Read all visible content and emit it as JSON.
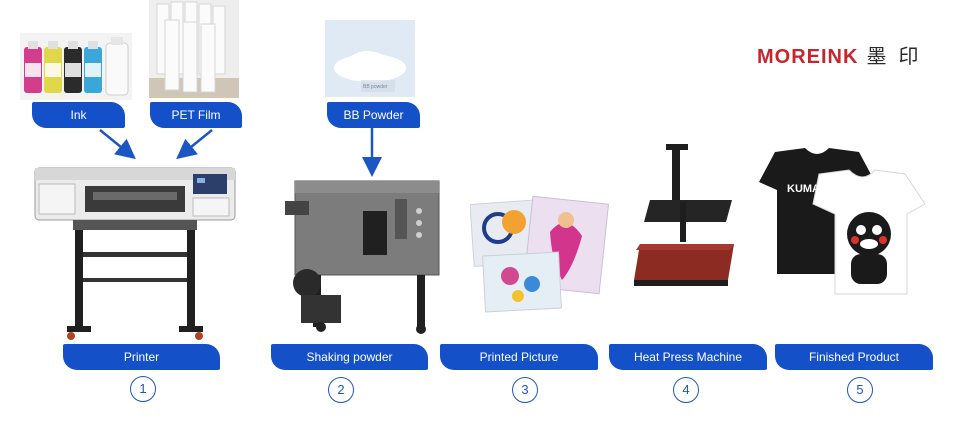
{
  "brand": {
    "name": "MOREINK",
    "chinese": "墨印",
    "color": "#c6262b"
  },
  "inputs": [
    {
      "id": "ink",
      "label": "Ink"
    },
    {
      "id": "pet-film",
      "label": "PET Film"
    },
    {
      "id": "bb-powder",
      "label": "BB Powder"
    }
  ],
  "bb_powder_bag_text": "BB powder",
  "steps": [
    {
      "label": "Printer",
      "number": "1"
    },
    {
      "label": "Shaking powder",
      "number": "2"
    },
    {
      "label": "Printed Picture",
      "number": "3"
    },
    {
      "label": "Heat Press Machine",
      "number": "4"
    },
    {
      "label": "Finished Product",
      "number": "5"
    }
  ],
  "tshirt_text": "KUMAMON",
  "colors": {
    "pill": "#1450c8",
    "arrow": "#1c56c4",
    "circle": "#1c56c4"
  },
  "icons": [
    "ink-bottles-image",
    "pet-film-rolls-image",
    "bb-powder-image",
    "printer-image",
    "shaker-machine-image",
    "printed-picture-image",
    "heat-press-image",
    "tshirt-image",
    "arrow-icon"
  ]
}
